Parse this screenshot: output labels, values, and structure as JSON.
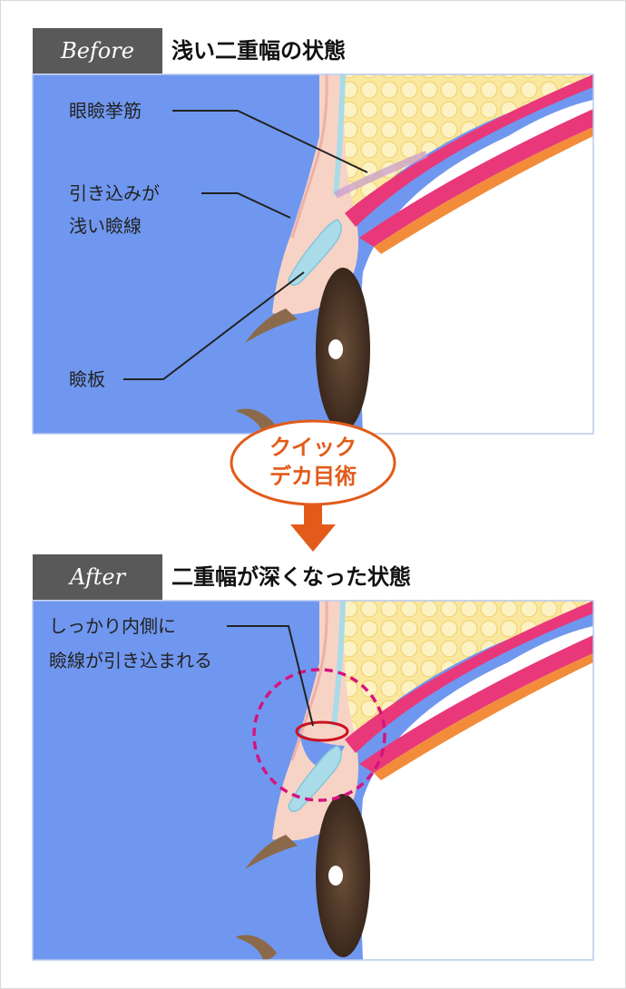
{
  "before": {
    "tag": "Before",
    "heading": "浅い二重幅の状態",
    "labels": {
      "muscle": "眼瞼挙筋",
      "shallow_line_1": "引き込みが",
      "shallow_line_2": "浅い瞼線",
      "tarsus": "瞼板"
    }
  },
  "badge": {
    "line1": "クイック",
    "line2": "デカ目術"
  },
  "after": {
    "tag": "After",
    "heading": "二重幅が深くなった状態",
    "labels": {
      "note_line_1": "しっかり内側に",
      "note_line_2": "瞼線が引き込まれる"
    }
  },
  "colors": {
    "background_blue": "#7097ef",
    "tag_bg": "#595959",
    "badge_orange": "#e25b1a",
    "highlight_magenta": "#d4147f",
    "muscle_pink": "#e8387a",
    "fat_yellow": "#fbe9a0",
    "eye_brown": "#4a3526"
  },
  "icons": {
    "arrow": "arrow-down-icon"
  }
}
